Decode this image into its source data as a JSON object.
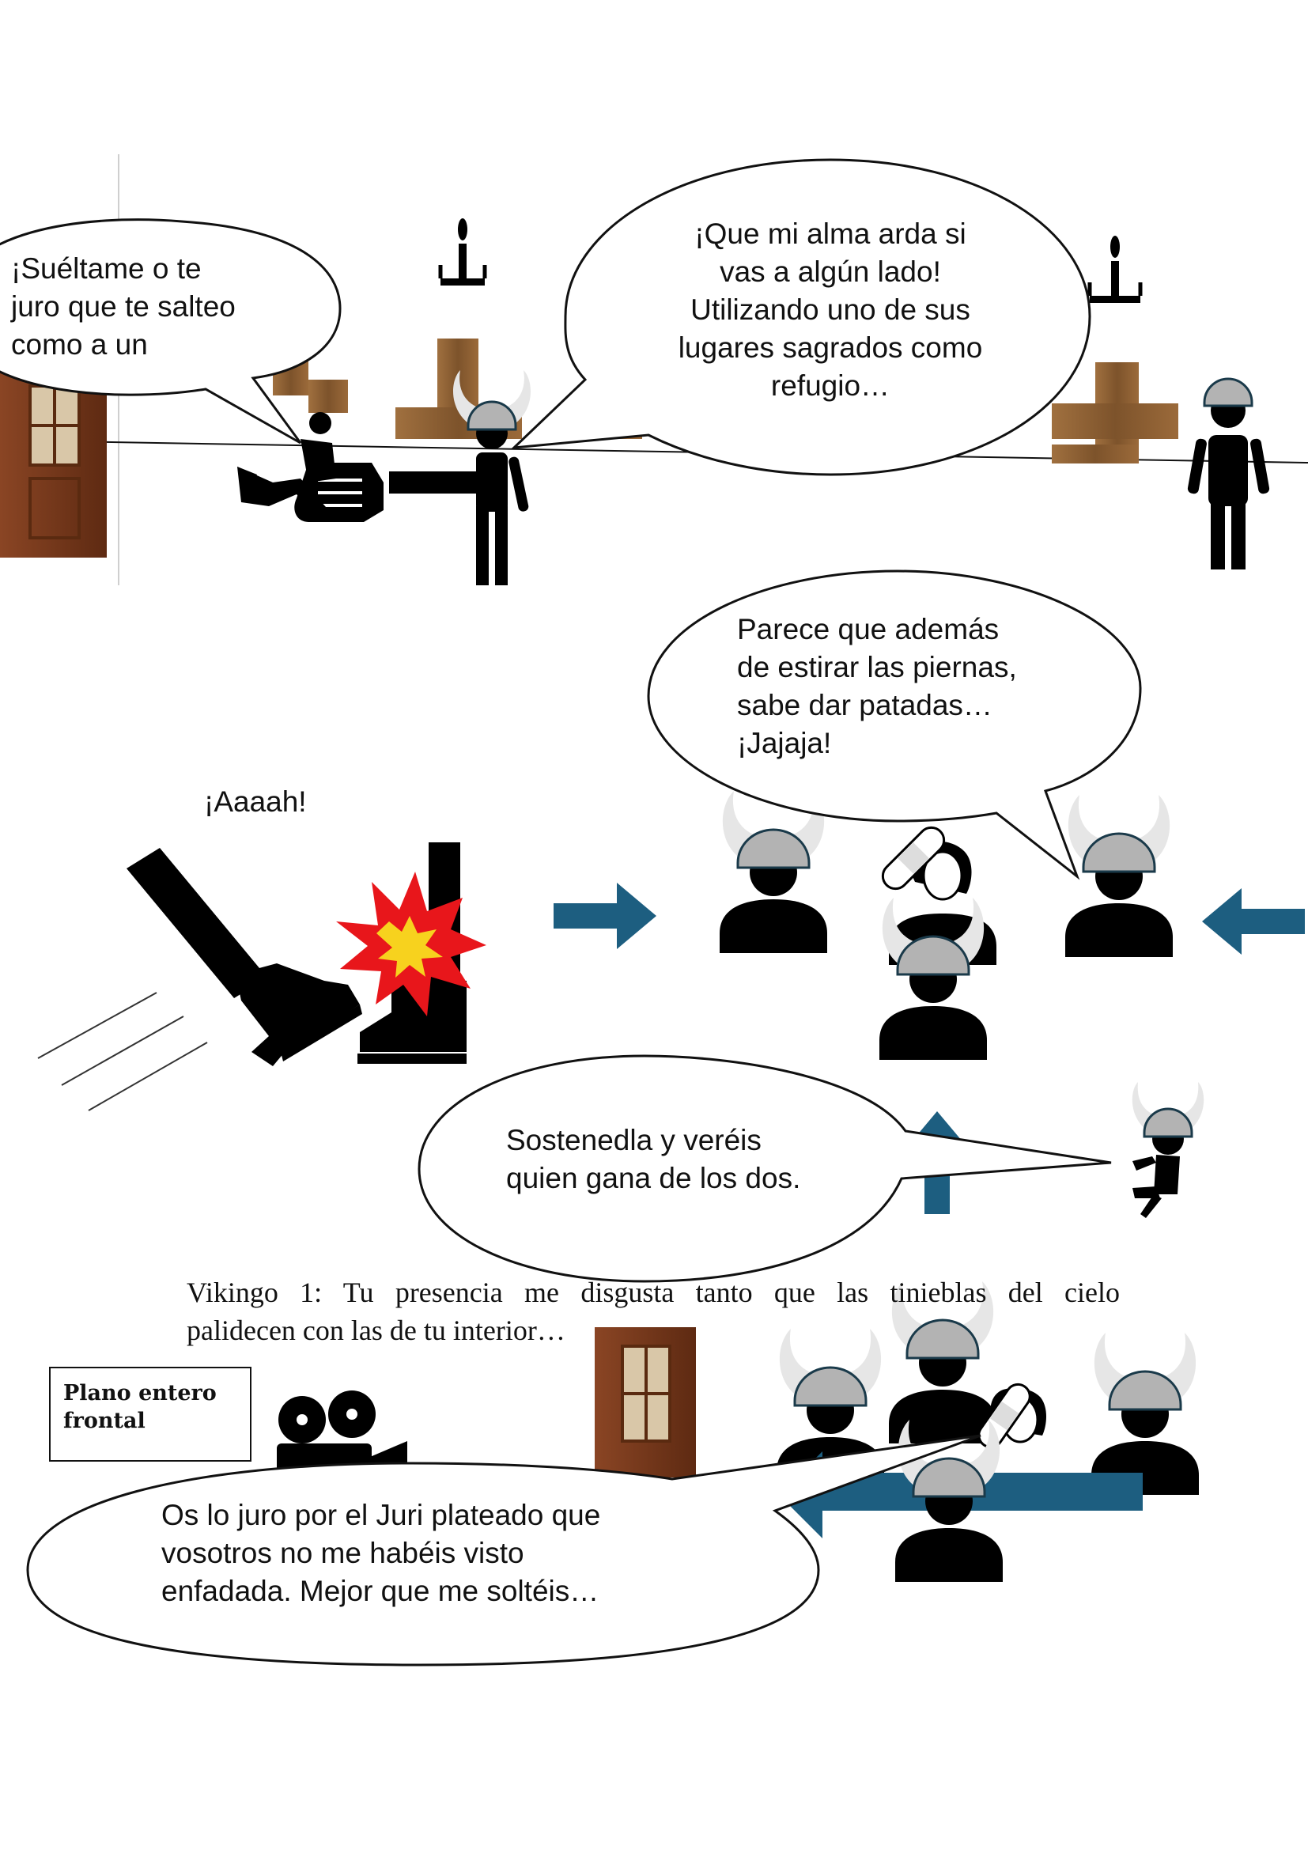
{
  "colors": {
    "ink": "#111111",
    "helmet": "#b3b3b3",
    "arrow": "#1d5e80",
    "wood": "#8b5e34",
    "door": "#7a3b1c",
    "explosion_outer": "#e8161b",
    "explosion_inner": "#f7d21e"
  },
  "panel1": {
    "bubble_left": [
      "¡Suéltame o te",
      "juro que te salteo",
      "como a un"
    ],
    "bubble_right": [
      "¡Que mi alma arda si",
      "vas a algún lado!",
      "Utilizando uno de sus",
      "lugares sagrados como",
      "refugio…"
    ]
  },
  "panel2": {
    "shout": "¡Aaaah!",
    "bubble_top": [
      "Parece que además",
      "de estirar las piernas,",
      "sabe dar patadas…",
      "¡Jajaja!"
    ],
    "bubble_bottom": [
      "Sostenedla y veréis",
      "quien gana de los dos."
    ]
  },
  "panel3": {
    "caption_line1": "Vikingo 1: Tu presencia me disgusta tanto que las tinieblas del cielo",
    "caption_line2": "palidecen con las de tu interior…",
    "shot_label": [
      "Plano entero",
      "frontal"
    ],
    "bubble": [
      "Os lo juro por el Juri plateado que",
      "vosotros no me habéis visto",
      "enfadada. Mejor que me soltéis…"
    ]
  },
  "icons": [
    "candle-icon",
    "cross-icon",
    "door-icon",
    "viking-figure-icon",
    "fist-icon",
    "kick-boot-icon",
    "explosion-icon",
    "arrow-icon",
    "bandage-icon",
    "movie-camera-icon"
  ]
}
